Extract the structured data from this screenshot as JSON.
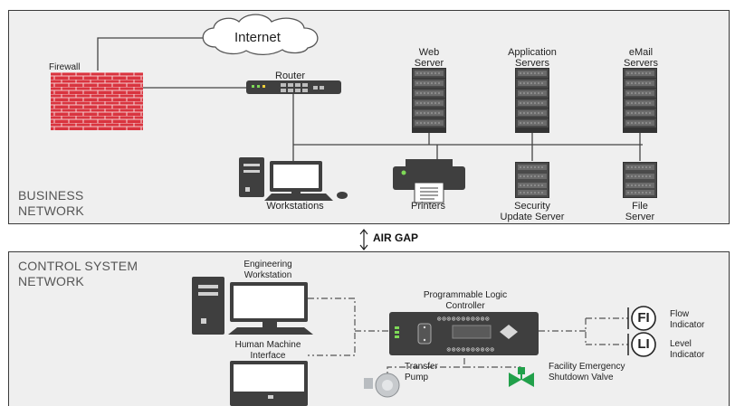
{
  "business_network": {
    "label_line1": "BUSINESS",
    "label_line2": "NETWORK",
    "internet": "Internet",
    "firewall": "Firewall",
    "router": "Router",
    "web_server_line1": "Web",
    "web_server_line2": "Server",
    "app_servers_line1": "Application",
    "app_servers_line2": "Servers",
    "email_servers_line1": "eMail",
    "email_servers_line2": "Servers",
    "workstations": "Workstations",
    "printers": "Printers",
    "security_server_line1": "Security",
    "security_server_line2": "Update Server",
    "file_server_line1": "File",
    "file_server_line2": "Server"
  },
  "air_gap": "AIR GAP",
  "control_network": {
    "label_line1": "CONTROL SYSTEM",
    "label_line2": "NETWORK",
    "eng_ws_line1": "Engineering",
    "eng_ws_line2": "Workstation",
    "hmi_line1": "Human Machine",
    "hmi_line2": "Interface",
    "plc_line1": "Programmable Logic",
    "plc_line2": "Controller",
    "fi_symbol": "FI",
    "fi_line1": "Flow",
    "fi_line2": "Indicator",
    "li_symbol": "LI",
    "li_line1": "Level",
    "li_line2": "Indicator",
    "pump_line1": "Transfer",
    "pump_line2": "Pump",
    "valve_line1": "Facility Emergency",
    "valve_line2": "Shutdown Valve"
  },
  "colors": {
    "panel": "#efefef",
    "firewall_brick": "#d9343f",
    "device_dark": "#3f3f3f",
    "valve_green": "#21a04a"
  }
}
